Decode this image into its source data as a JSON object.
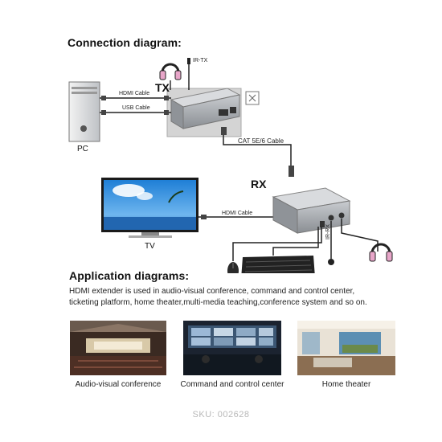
{
  "connection": {
    "title": "Connection diagram:",
    "tx_label": "TX",
    "rx_label": "RX",
    "ir_tx": "IR-TX",
    "ir_rx": "IR-RX",
    "hdmi_cable_tx": "HDMI Cable",
    "usb_cable": "USB Cable",
    "cat_cable": "CAT 5E/6 Cable",
    "hdmi_cable_rx": "HDMI Cable",
    "pc_label": "PC",
    "tv_label": "TV"
  },
  "application": {
    "title": "Application diagrams:",
    "description_line1": "HDMI extender is used in audio-visual conference, command and control center,",
    "description_line2": "ticketing platform, home theater,multi-media teaching,conference system and so on.",
    "photos": [
      {
        "caption": "Audio-visual conference",
        "icon": "conference-room-photo"
      },
      {
        "caption": "Command and control center",
        "icon": "control-center-photo"
      },
      {
        "caption": "Home theater",
        "icon": "home-theater-photo"
      }
    ]
  },
  "sku": "SKU: 002628"
}
